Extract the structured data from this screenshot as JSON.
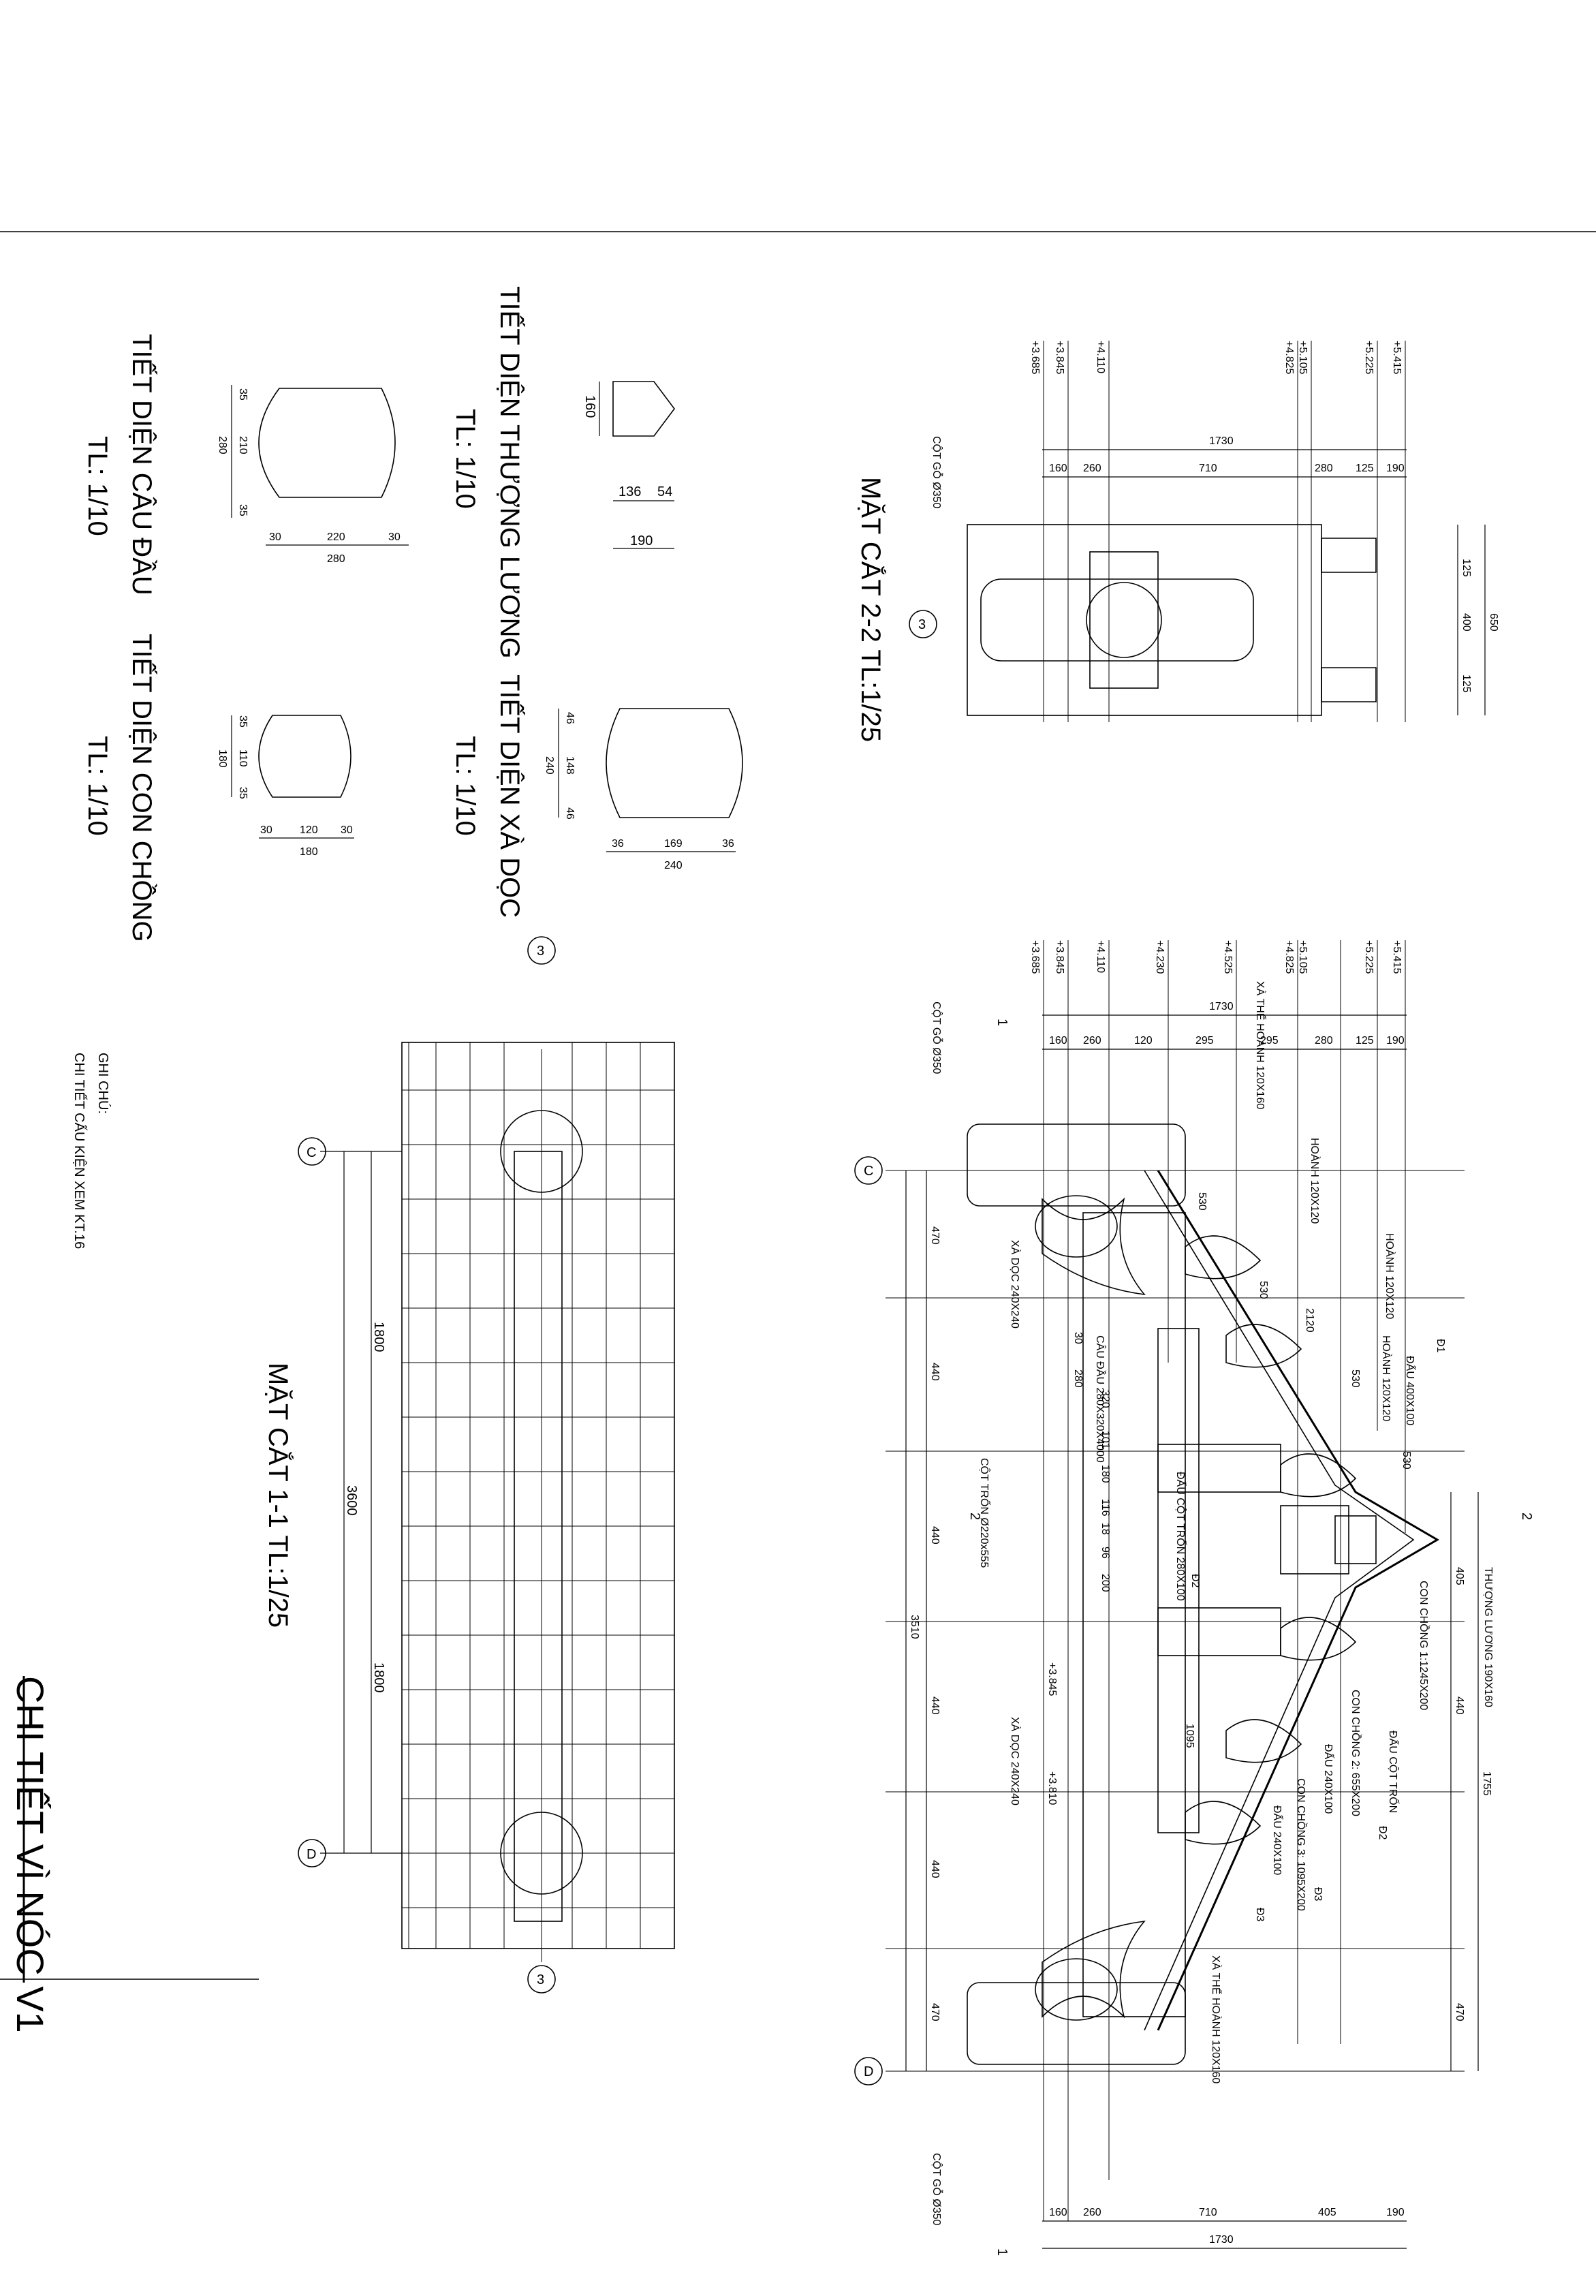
{
  "sheet_title": "CHI TIẾT VÌ NÓC V1",
  "section_1_1": {
    "title": "MẶT CẮT 1-1 TL:1/25",
    "dim_total": "3600",
    "dim_left": "1800",
    "dim_right": "1800",
    "axis_c": "C",
    "axis_d": "D",
    "axis_3": "3"
  },
  "section_2_2": {
    "title": "MẶT CẮT 2-2 TL:1/25",
    "axis_3": "3",
    "col_label": "CỘT GỖ Ø350",
    "levels": [
      "+3.685",
      "+3.845",
      "+4.110",
      "+4.825",
      "+5.105",
      "+5.225",
      "+5.415"
    ],
    "dim_total": "1730",
    "dims": [
      "160",
      "260",
      "710",
      "280",
      "125",
      "190"
    ],
    "right_dims": [
      "125",
      "400",
      "125"
    ],
    "right_total": "650"
  },
  "section_main": {
    "levels": [
      "+3.685",
      "+3.845",
      "+4.110",
      "+4.230",
      "+4.525",
      "+4.825",
      "+5.105",
      "+5.225",
      "+5.415"
    ],
    "dim_total_top": "1730",
    "dims_top": [
      "160",
      "260",
      "120",
      "295",
      "295",
      "280",
      "125",
      "190"
    ],
    "dims_bottom": [
      "160",
      "260",
      "710",
      "405",
      "190"
    ],
    "dim_total_bottom": "1730",
    "dims_left": [
      "470",
      "440",
      "440",
      "440",
      "440",
      "470"
    ],
    "dim_total_left": "3510",
    "dims_right_top": [
      "405"
    ],
    "dims_right_bottom": [
      "440",
      "470"
    ],
    "dim_total_right": "1755",
    "slope_dims": [
      "530",
      "530",
      "2120",
      "530",
      "530"
    ],
    "inner_dims": [
      "30",
      "280",
      "320",
      "101",
      "180",
      "116",
      "18",
      "96",
      "200"
    ],
    "axis_c": "C",
    "axis_d": "D",
    "mark_1": "1",
    "mark_2": "2",
    "level_3845": "+3.845",
    "level_3810": "+3.810",
    "dim_1095": "1095",
    "labels": {
      "col_top": "CỘT GỖ Ø350",
      "col_bottom": "CỘT GỖ Ø350",
      "xa_the_hoanh_top": "XÀ THẾ HOÀNH 120X160",
      "hoanh_1": "HOÀNH 120X120",
      "hoanh_2": "HOÀNH 120X120",
      "hoanh_3": "HOÀNH 120X120",
      "dau_1": "ĐẤU 400X100",
      "xa_doc_1": "XÀ DỌC 240X240",
      "cau_dau": "CÂU ĐẦU 280X320X4000",
      "cot_tron": "CỘT TRỐN Ø220x555",
      "dau_cot_tron": "ĐẤU CỘT TRỐN 280X100",
      "thuong_luong": "THƯỢNG LƯƠNG 190X160",
      "con_chong_1": "CON CHỒNG 1:1245X200",
      "con_chong_2": "CON CHỒNG 2: 655X200",
      "dau_cot_tron_2": "ĐẤU CỘT TRỐN",
      "dau_240": "ĐẤU 240X100",
      "con_chong_3": "CON CHỒNG 3: 1095X200",
      "dau_240_2": "ĐẤU 240X100",
      "xa_doc_2": "XÀ DỌC 240X240",
      "xa_the_hoanh_bot": "XÀ THẾ HOÀNH 120X160"
    },
    "tags": [
      "Đ1",
      "Đ2",
      "Đ2",
      "Đ3",
      "Đ3"
    ]
  },
  "detail_thuong_luong": {
    "title": "TIẾT DIỆN THƯỢNG LƯƠNG",
    "scale": "TL: 1/10",
    "dims": [
      "160",
      "136",
      "54",
      "190"
    ]
  },
  "detail_xa_doc": {
    "title": "TIẾT DIỆN XÀ DỌC",
    "scale": "TL: 1/10",
    "dims_v": [
      "46",
      "148",
      "46",
      "240"
    ],
    "dims_h": [
      "36",
      "169",
      "36",
      "240"
    ],
    "axis_3": "3"
  },
  "detail_cau_dau": {
    "title": "TIẾT DIỆN CÂU ĐẦU",
    "scale": "TL: 1/10",
    "dims_v": [
      "35",
      "210",
      "35",
      "280"
    ],
    "dims_h": [
      "30",
      "220",
      "30",
      "280"
    ]
  },
  "detail_con_chong": {
    "title": "TIẾT DIỆN CON CHỒNG",
    "scale": "TL: 1/10",
    "dims_v": [
      "35",
      "110",
      "35",
      "180"
    ],
    "dims_h": [
      "30",
      "120",
      "30",
      "180"
    ]
  },
  "note": {
    "heading": "GHI CHÚ:",
    "text": "CHI TIẾT CẤU KIỆN XEM KT.16"
  }
}
